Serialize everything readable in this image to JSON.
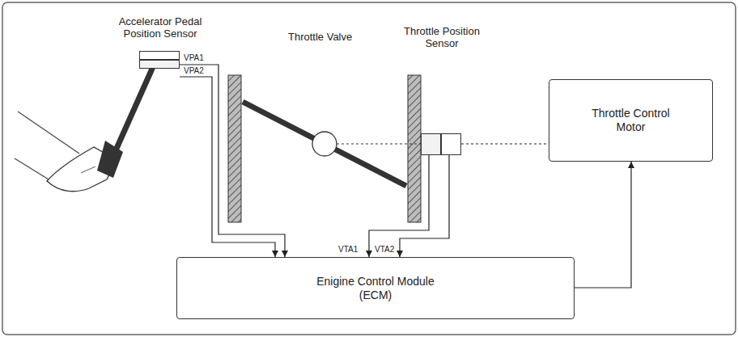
{
  "diagram": {
    "nodes": [
      {
        "text": [
          "Accelerator Pedal Position Sensor"
        ]
      },
      {
        "text": [
          "Throttle Position Sensor"
        ]
      },
      {
        "text": [
          "Throttle Control Motor"
        ]
      },
      {
        "text": [
          "Enigine Control Module (ECM)"
        ]
      }
    ],
    "edges": [
      {
        "from": 0,
        "to": 3,
        "arrow": "to",
        "label": "VPA1"
      },
      {
        "from": 0,
        "to": 3,
        "arrow": "to",
        "label": "VPA2"
      },
      {
        "from": 1,
        "to": 3,
        "arrow": "to",
        "label": "VTA1"
      },
      {
        "from": 1,
        "to": 3,
        "arrow": "to",
        "label": "VTA2"
      },
      {
        "from": 3,
        "to": 2,
        "arrow": "to"
      },
      {
        "from": 1,
        "to": 2,
        "arrow": "none"
      }
    ],
    "labels": [
      "Throttle Valve"
    ]
  }
}
